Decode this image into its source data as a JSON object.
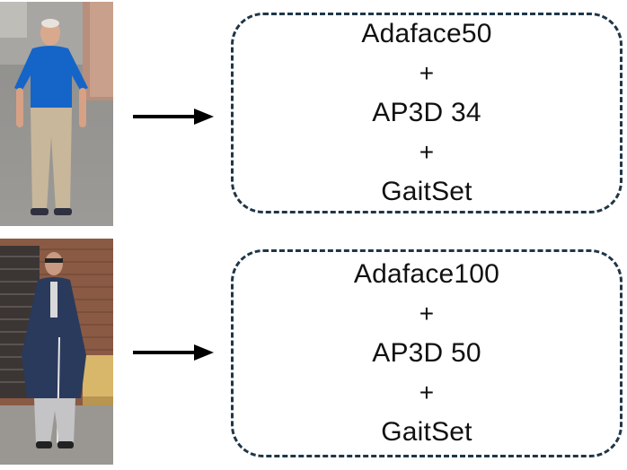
{
  "rows": [
    {
      "arrow_icon": "right-arrow-icon",
      "model_lines": [
        "Adaface50",
        "+",
        "AP3D 34",
        "+",
        "GaitSet"
      ]
    },
    {
      "arrow_icon": "right-arrow-icon",
      "model_lines": [
        "Adaface100",
        "+",
        "AP3D 50",
        "+",
        "GaitSet"
      ]
    }
  ],
  "colors": {
    "box_border": "#1f3648",
    "arrow": "#000000",
    "text": "#111111",
    "person1_shirt": "#1565c8",
    "person1_pants": "#c8b79a",
    "person2_coat": "#2a3a5c",
    "brick_wall": "#8a5a44"
  }
}
